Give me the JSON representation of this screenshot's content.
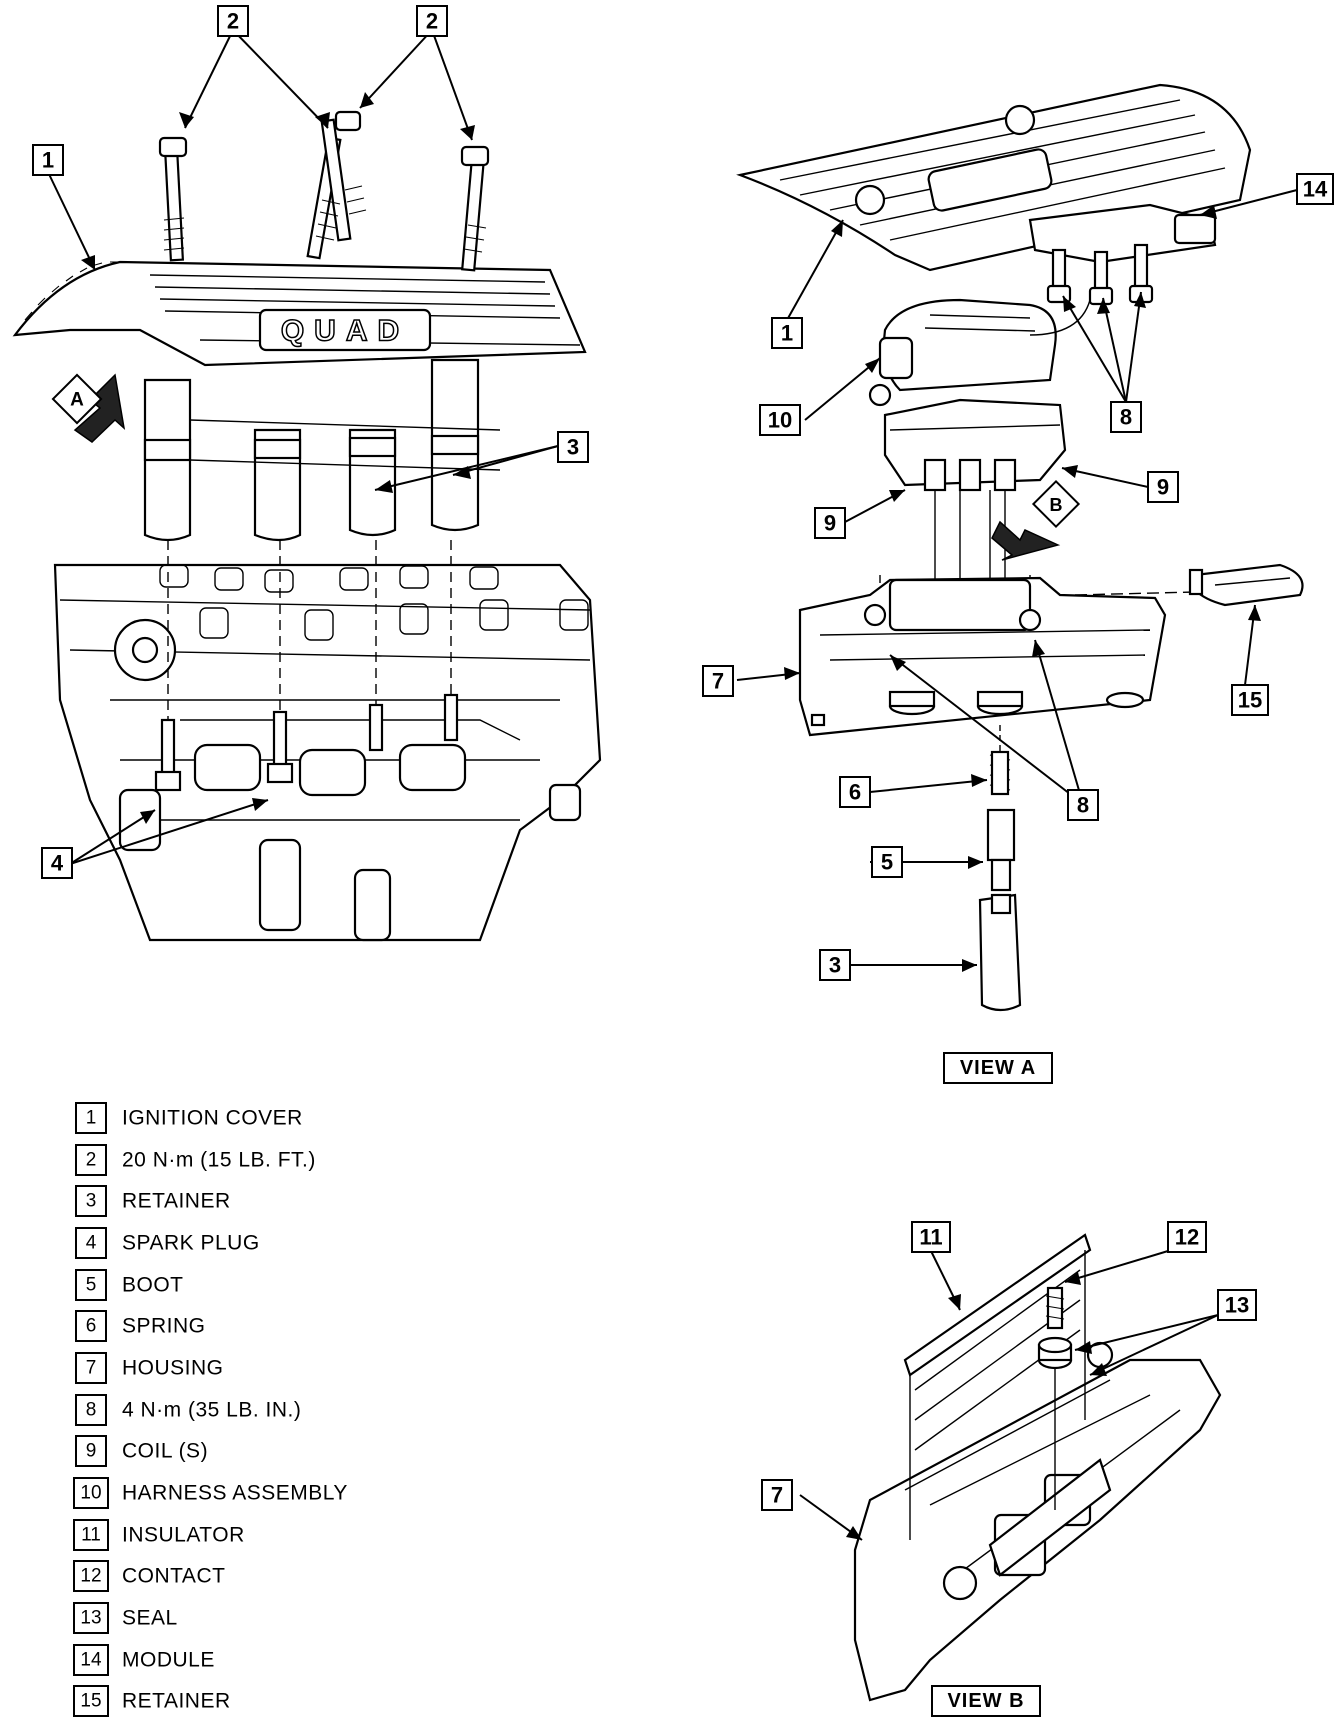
{
  "callouts": {
    "c1": "1",
    "c2": "2",
    "c3": "3",
    "c4": "4",
    "c5": "5",
    "c6": "6",
    "c7": "7",
    "c8": "8",
    "c9": "9",
    "c10": "10",
    "c11": "11",
    "c12": "12",
    "c13": "13",
    "c14": "14",
    "c15": "15"
  },
  "cover_lettering": "QUAD",
  "arrow_a": "A",
  "arrow_b": "B",
  "view_a": "VIEW A",
  "view_b": "VIEW B",
  "legend": [
    {
      "num": "1",
      "text": "IGNITION COVER"
    },
    {
      "num": "2",
      "text": "20 N·m (15 LB. FT.)"
    },
    {
      "num": "3",
      "text": "RETAINER"
    },
    {
      "num": "4",
      "text": "SPARK PLUG"
    },
    {
      "num": "5",
      "text": "BOOT"
    },
    {
      "num": "6",
      "text": "SPRING"
    },
    {
      "num": "7",
      "text": "HOUSING"
    },
    {
      "num": "8",
      "text": "4 N·m (35 LB. IN.)"
    },
    {
      "num": "9",
      "text": "COIL (S)"
    },
    {
      "num": "10",
      "text": "HARNESS ASSEMBLY"
    },
    {
      "num": "11",
      "text": "INSULATOR"
    },
    {
      "num": "12",
      "text": "CONTACT"
    },
    {
      "num": "13",
      "text": "SEAL"
    },
    {
      "num": "14",
      "text": "MODULE"
    },
    {
      "num": "15",
      "text": "RETAINER"
    }
  ]
}
